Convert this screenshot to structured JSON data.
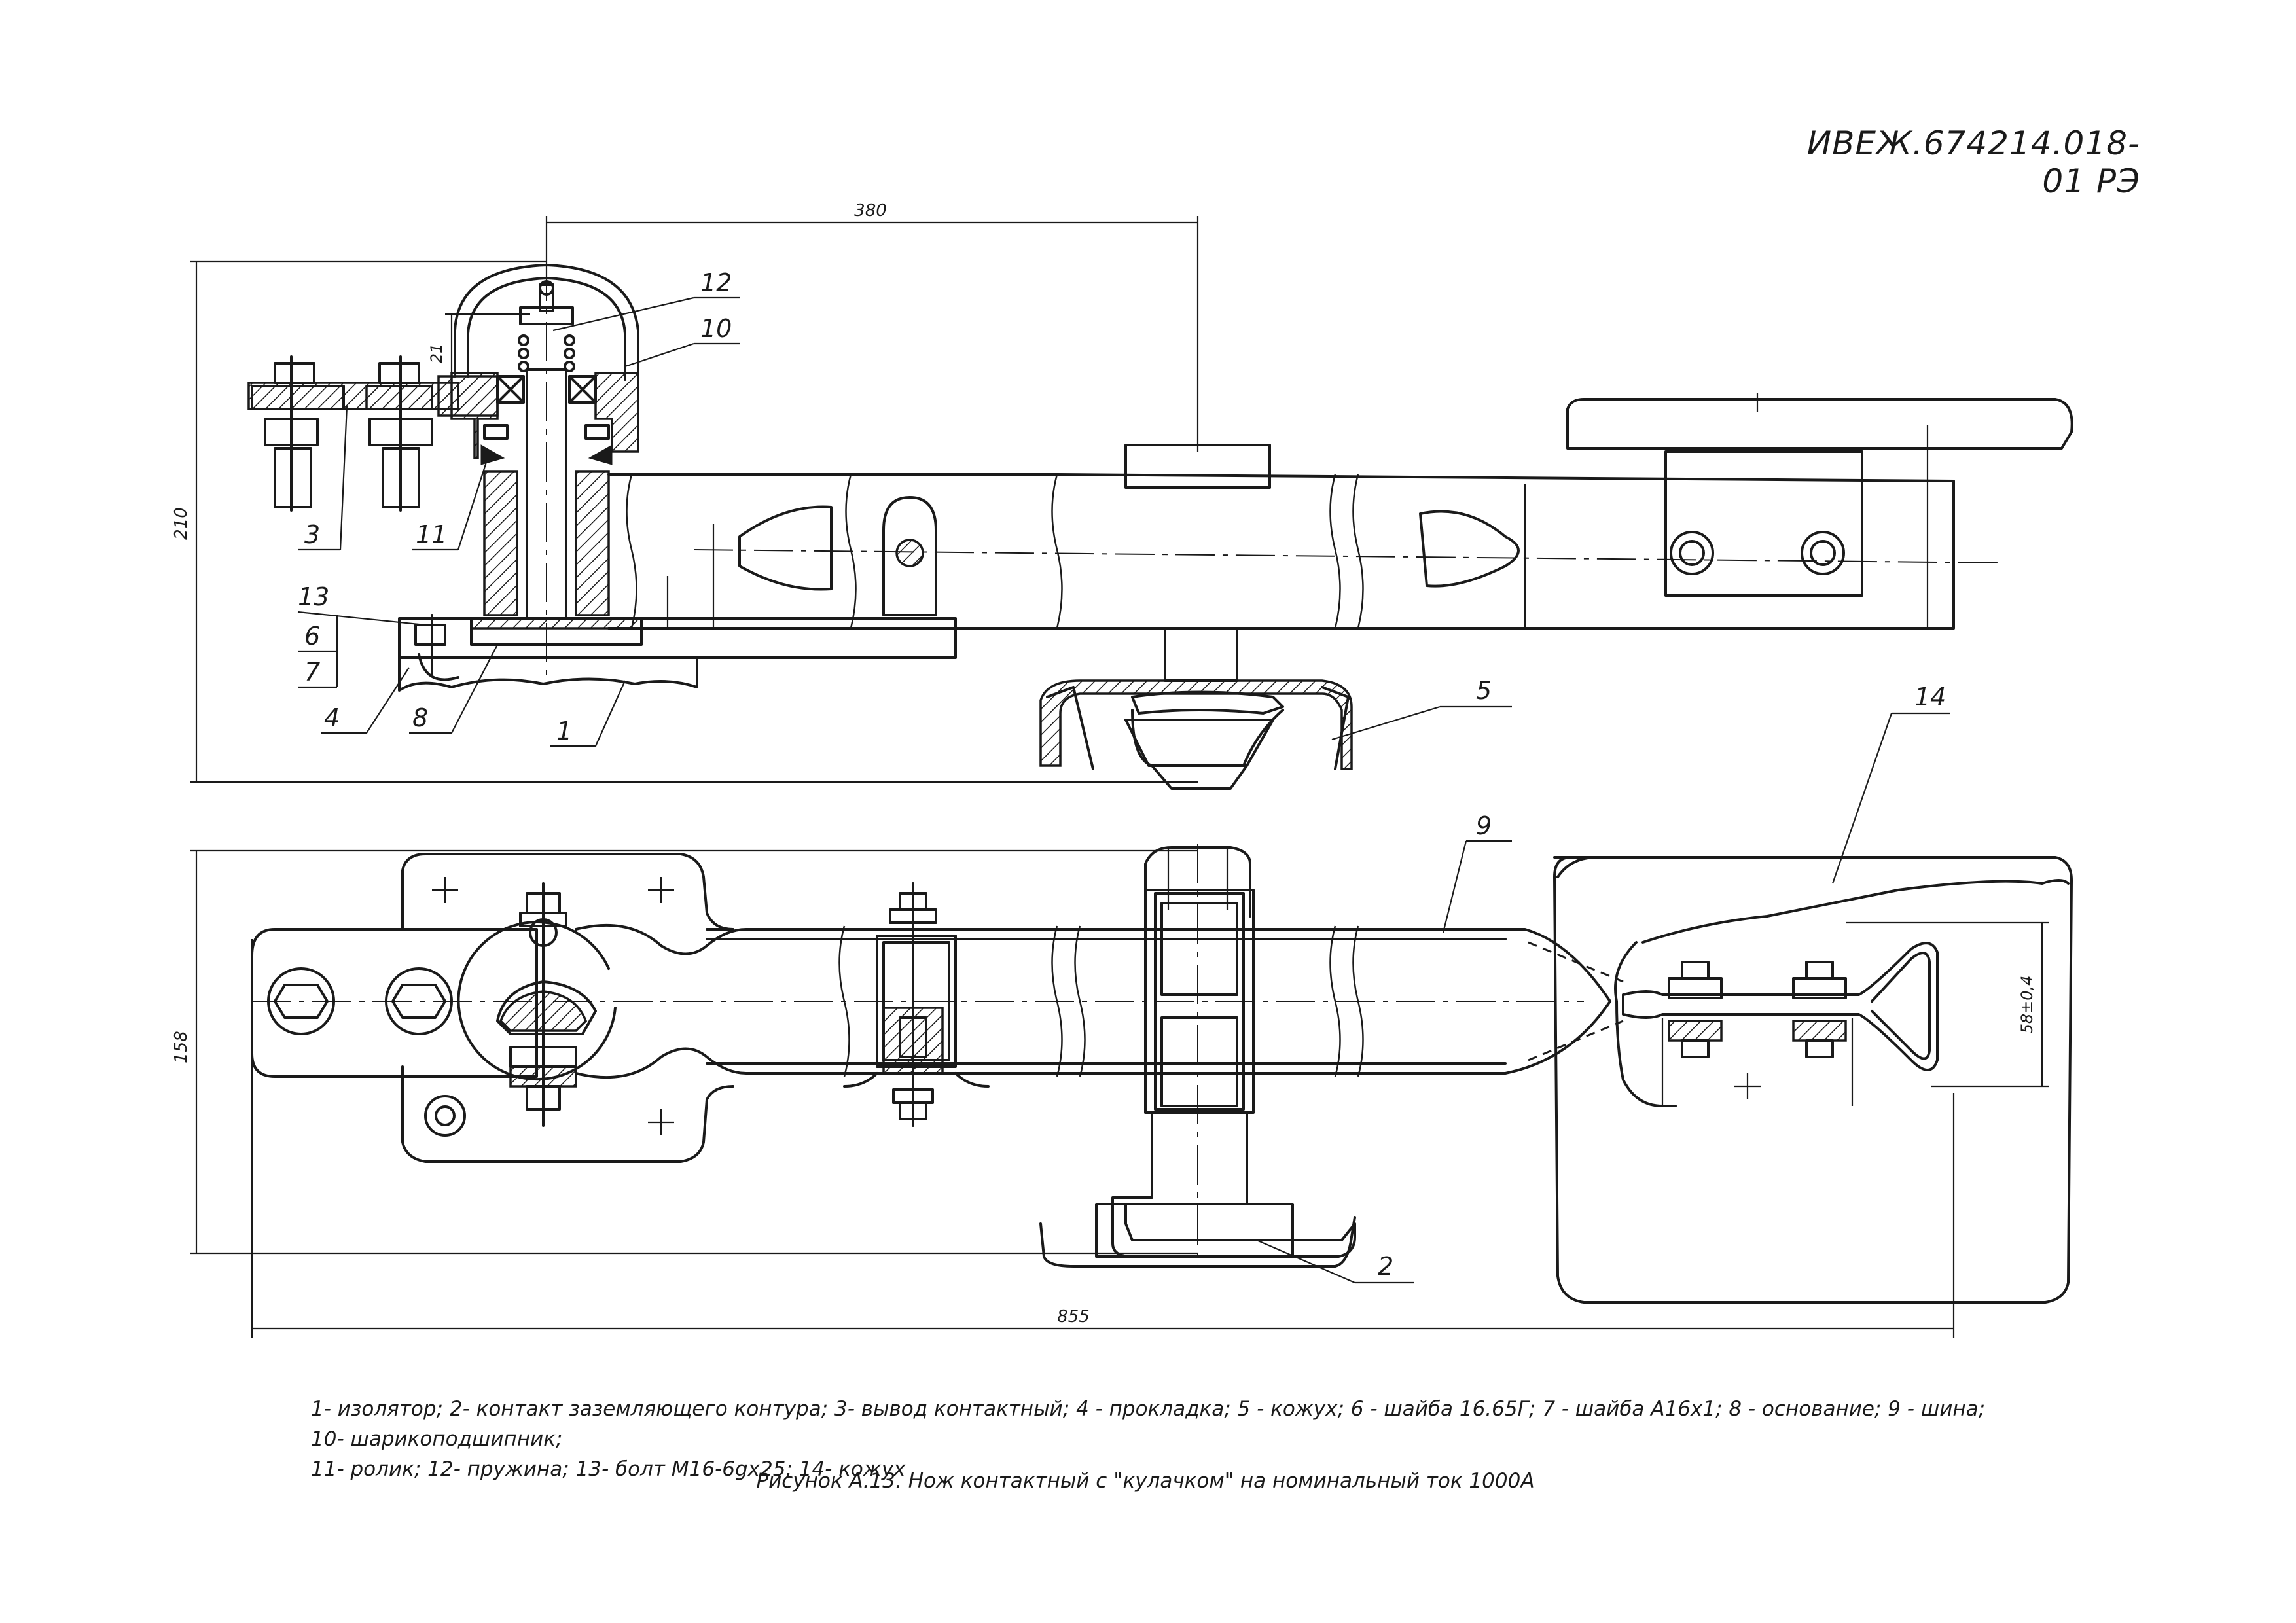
{
  "document": {
    "code": "ИВЕЖ.674214.018-01 РЭ",
    "caption": "Рисунок А.13. Нож контактный с \"кулачком\" на номинальный ток 1000А"
  },
  "legend": [
    "1- изолятор;",
    "2- контакт заземляющего контура;",
    "3- вывод контактный;",
    "4 - прокладка;",
    "5 - кожух;",
    "6 - шайба 16.65Г;",
    "7 - шайба А16х1;",
    "8 - основание;",
    "9 - шина;",
    "10- шарикоподшипник;",
    "11- ролик;",
    "12- пружина;",
    "13- болт М16-6gх25;",
    "14- кожух"
  ],
  "dimensions": {
    "width_top": "380",
    "height_top": "210",
    "spring_gap": "21",
    "height_bottom": "158",
    "total_length": "855",
    "clamp_width": "58±0,4"
  },
  "callouts": [
    "1",
    "2",
    "3",
    "4",
    "5",
    "6",
    "7",
    "8",
    "9",
    "10",
    "11",
    "12",
    "13",
    "14"
  ]
}
